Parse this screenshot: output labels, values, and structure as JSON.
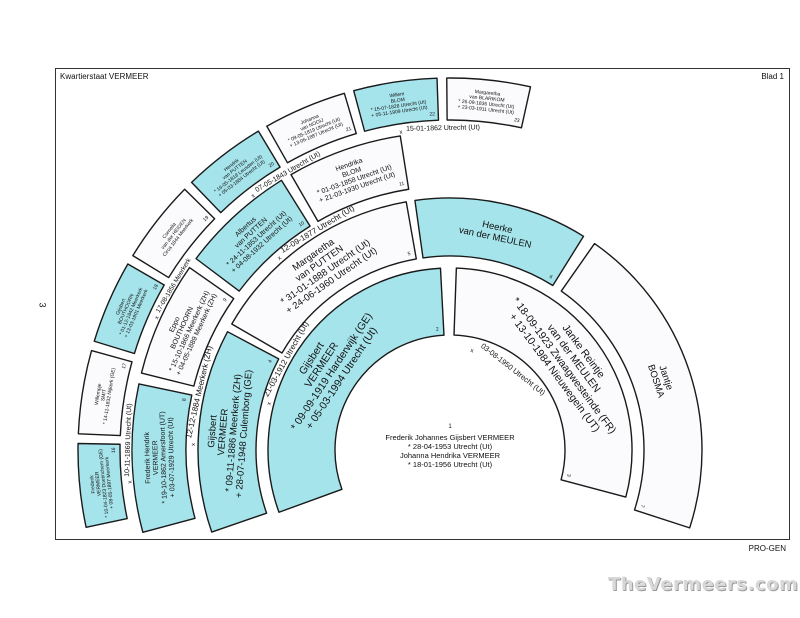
{
  "header": {
    "title": "Kwartierstaat VERMEER",
    "sheet": "Blad 1",
    "page_number": "3"
  },
  "footer": {
    "software": "PRO-GEN",
    "watermark": "TheVermeers.com"
  },
  "colors": {
    "highlight": "#a6e4ec",
    "plain": "#fbfafd",
    "stroke": "#1a1a1a"
  },
  "proband": {
    "number": "1",
    "lines": [
      "Frederik Johannes Gijsbert VERMEER",
      "* 28-04-1953 Utrecht (Ut)",
      "Johanna Hendrika VERMEER",
      "* 18-01-1956 Utrecht (Ut)"
    ]
  },
  "persons": [
    {
      "number": "2",
      "highlight": true,
      "lines": [
        "Gijsbert",
        "VERMEER",
        "* 09-09-1919 Harderwijk (GE)",
        "+ 05-03-1994 Utrecht (Ut)"
      ]
    },
    {
      "number": "3",
      "highlight": false,
      "lines": [
        "Janke Reintje",
        "van der MEULEN",
        "* 18-09-1923 Zwaagwesteinde (FR)",
        "+ 13-10-1984 Nieuwegein (UT)"
      ]
    },
    {
      "number": "4",
      "highlight": true,
      "lines": [
        "Gijsbert",
        "VERMEER",
        "* 09-11-1886 Meerkerk (ZH)",
        "+ 28-07-1948 Culemborg (GE)"
      ]
    },
    {
      "number": "5",
      "highlight": false,
      "lines": [
        "Margaretha",
        "van PUTTEN",
        "* 31-01-1888 Utrecht (Ut)",
        "+ 24-06-1960 Utrecht (Ut)"
      ]
    },
    {
      "number": "6",
      "highlight": true,
      "lines": [
        "Heerke",
        "van der MEULEN"
      ]
    },
    {
      "number": "7",
      "highlight": false,
      "lines": [
        "Jantje",
        "BOSMA"
      ]
    },
    {
      "number": "8",
      "highlight": true,
      "lines": [
        "Frederik Hendrik",
        "VERMEER",
        "* 19-10-1862 Amersfoort (UT)",
        "+ 03-07-1929 Utrecht (Ut)"
      ]
    },
    {
      "number": "9",
      "highlight": false,
      "lines": [
        "Eppo",
        "BOUTHOORN",
        "* 15-10-1866 Meerkerk (ZH)",
        "+ 04-05-1889 Meerkerk (ZH)"
      ]
    },
    {
      "number": "10",
      "highlight": true,
      "lines": [
        "Albertus",
        "van PUTTEN",
        "* 24-11-1853 Utrecht (Ut)",
        "+ 04-08-1932 Utrecht (Ut)"
      ]
    },
    {
      "number": "11",
      "highlight": false,
      "lines": [
        "Hendrika",
        "BLOM",
        "* 01-03-1858 Utrecht (Ut)",
        "+ 21-03-1930 Utrecht (Ut)"
      ]
    },
    {
      "number": "16",
      "highlight": true,
      "lines": [
        "Frederik",
        "VERMEER",
        "* 10-04-1823 Doetinchem (GE)",
        "+ 08-05-1897 Meerkerk"
      ]
    },
    {
      "number": "17",
      "highlight": false,
      "lines": [
        "Willempje",
        "SMIT",
        "* 14-11-1832 Nijkerk (GE)"
      ]
    },
    {
      "number": "18",
      "highlight": true,
      "lines": [
        "Gijsbert",
        "BOUTHOORN",
        "* 01-12-1842 Meerkerk",
        "+ 13-03-1901 Meerkerk"
      ]
    },
    {
      "number": "19",
      "highlight": false,
      "lines": [
        "Cornelia",
        "van der HEIDEN",
        "Circa 1844 Meerkerk"
      ]
    },
    {
      "number": "20",
      "highlight": true,
      "lines": [
        "Hendrik",
        "van PUTTEN",
        "* 16-05-1818 Leusden (Ut)",
        "+ 05-03-1884 Utrecht (Ut)"
      ]
    },
    {
      "number": "21",
      "highlight": false,
      "lines": [
        "Johanna",
        "van NOOIJ",
        "* 09-05-1819 Utrecht (Ut)",
        "+ 13-06-1887 Utrecht (Ut)"
      ]
    },
    {
      "number": "22",
      "highlight": true,
      "lines": [
        "Willem",
        "BLOM",
        "* 15-07-1828 Utrecht (Ut)",
        "+ 05-11-1909 Utrecht (Ut)"
      ]
    },
    {
      "number": "23",
      "highlight": false,
      "lines": [
        "Margaretha",
        "van BLARIKOM",
        "* 26-09-1836 Utrecht (Ut)",
        "+ 23-03-1911 Utrecht (Ut)"
      ]
    }
  ],
  "marriages": [
    {
      "couple": "2-3",
      "text": "03-08-1950 Utrecht (Ut)"
    },
    {
      "couple": "4-5",
      "text": "21-03-1912 Utrecht (Ut)"
    },
    {
      "couple": "8-9",
      "text": "12-12-1884 Meerkerk (ZH)"
    },
    {
      "couple": "10-11",
      "text": "12-09-1877 Utrecht (Ut)"
    },
    {
      "couple": "16-17",
      "text": "10-11-1869 Utrecht (Ut)"
    },
    {
      "couple": "18-19",
      "text": "17-08-1856 Meerkerk"
    },
    {
      "couple": "20-21",
      "text": "07-05-1843 Utrecht (Ut)"
    },
    {
      "couple": "22-23",
      "text": "15-01-1862 Utrecht (Ut)"
    }
  ]
}
